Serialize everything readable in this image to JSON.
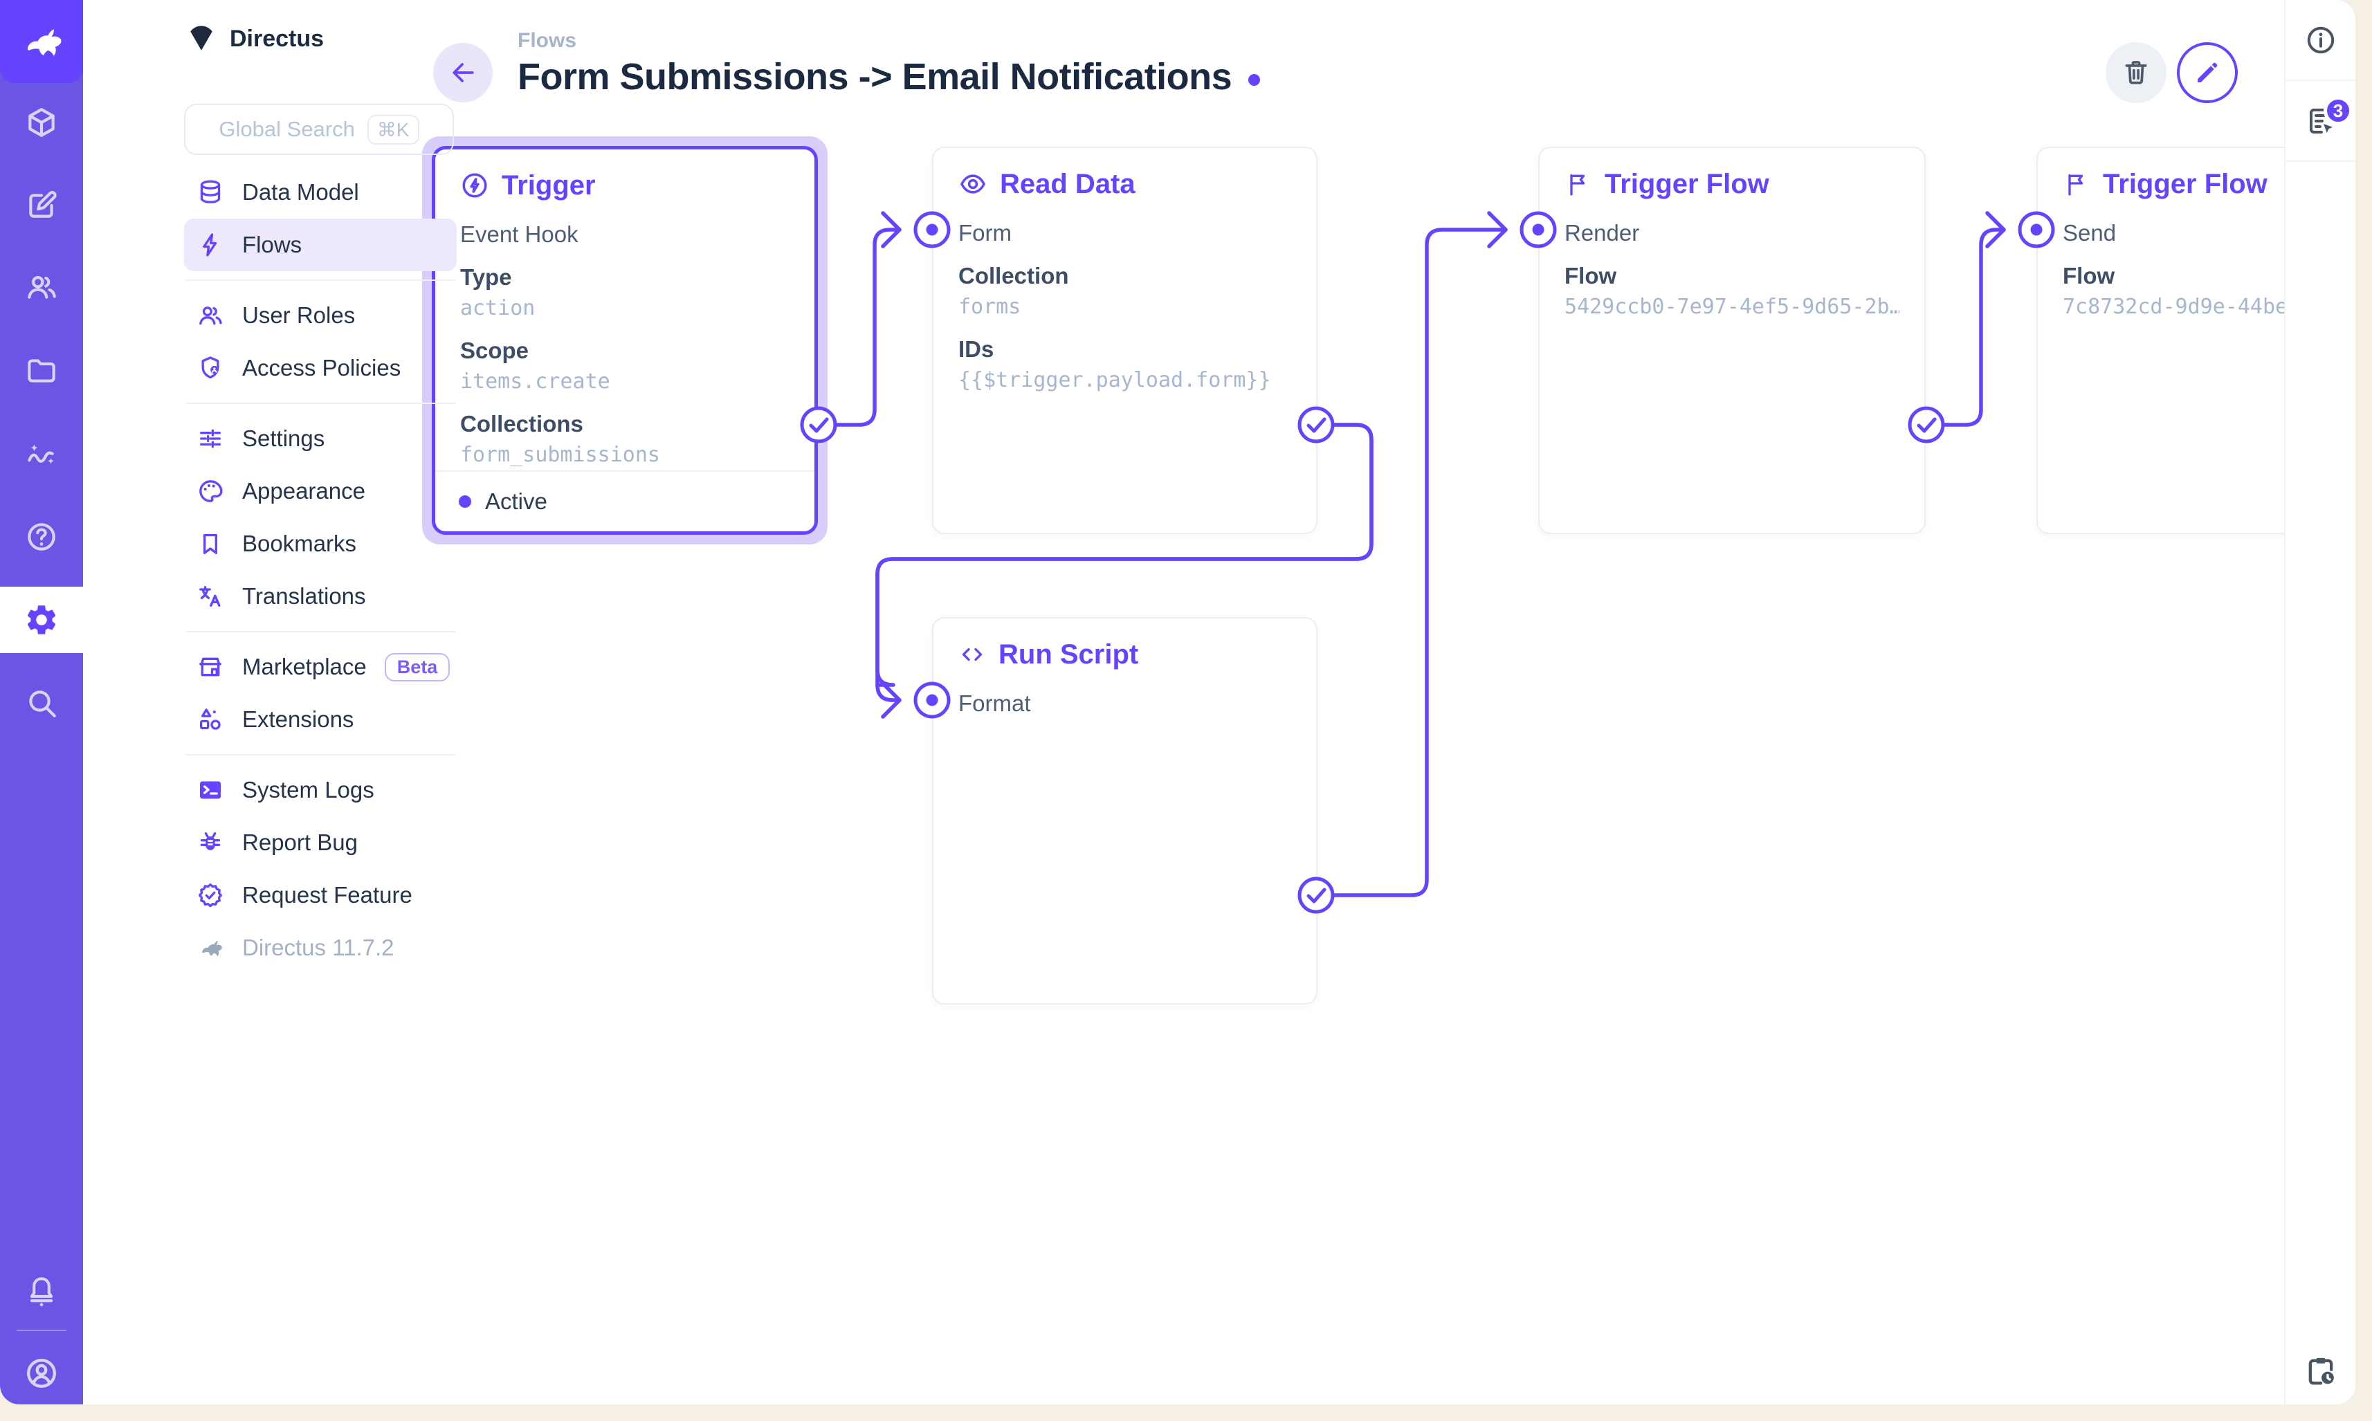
{
  "colors": {
    "accent": "#6644FF",
    "module_bar_bg": "#6A55E5",
    "module_tile_bg": "#6644FF",
    "selection_halo": "#D9CDFB",
    "mono_value_text": "#A7B6CD",
    "title_text": "#1B2A41",
    "window_frame": "#F6EFE3"
  },
  "module_bar": {
    "icons": [
      "directus-rabbit-logo",
      "box",
      "edit-square",
      "users",
      "folder",
      "insights",
      "help",
      "settings",
      "search",
      "bell",
      "account"
    ],
    "active_icon": "settings"
  },
  "sidebar": {
    "project_name": "Directus",
    "search": {
      "placeholder": "Global Search",
      "shortcut": "⌘K"
    },
    "items": [
      {
        "label": "Data Model",
        "icon": "database"
      },
      {
        "label": "Flows",
        "icon": "bolt",
        "active": true
      },
      {
        "label": "User Roles",
        "icon": "people"
      },
      {
        "label": "Access Policies",
        "icon": "shield-user"
      },
      {
        "label": "Settings",
        "icon": "tune"
      },
      {
        "label": "Appearance",
        "icon": "palette"
      },
      {
        "label": "Bookmarks",
        "icon": "bookmark"
      },
      {
        "label": "Translations",
        "icon": "translate"
      },
      {
        "label": "Marketplace",
        "icon": "storefront",
        "badge": "Beta"
      },
      {
        "label": "Extensions",
        "icon": "shapes"
      },
      {
        "label": "System Logs",
        "icon": "terminal"
      },
      {
        "label": "Report Bug",
        "icon": "bug"
      },
      {
        "label": "Request Feature",
        "icon": "seal-check"
      }
    ],
    "version": "Directus 11.7.2"
  },
  "header": {
    "breadcrumb": "Flows",
    "title": "Form Submissions -> Email Notifications"
  },
  "right_rail": {
    "notices_count": "3"
  },
  "flow": {
    "nodes": [
      {
        "id": "trigger",
        "title": "Trigger",
        "icon": "bolt-circle",
        "selected": true,
        "subtitle": "Event Hook",
        "fields": [
          {
            "label": "Type",
            "value": "action"
          },
          {
            "label": "Scope",
            "value": "items.create"
          },
          {
            "label": "Collections",
            "value": "form_submissions"
          }
        ],
        "status": "Active"
      },
      {
        "id": "read-data",
        "title": "Read Data",
        "icon": "eye",
        "input": "Form",
        "fields": [
          {
            "label": "Collection",
            "value": "forms"
          },
          {
            "label": "IDs",
            "value": "{{$trigger.payload.form}}"
          }
        ]
      },
      {
        "id": "trigger-flow-render",
        "title": "Trigger Flow",
        "icon": "flag",
        "input": "Render",
        "fields": [
          {
            "label": "Flow",
            "value": "5429ccb0-7e97-4ef5-9d65-2b…"
          }
        ]
      },
      {
        "id": "trigger-flow-send",
        "title": "Trigger Flow",
        "icon": "flag",
        "input": "Send",
        "fields": [
          {
            "label": "Flow",
            "value": "7c8732cd-9d9e-44be"
          }
        ]
      },
      {
        "id": "run-script",
        "title": "Run Script",
        "icon": "code",
        "input": "Format",
        "fields": []
      }
    ]
  }
}
